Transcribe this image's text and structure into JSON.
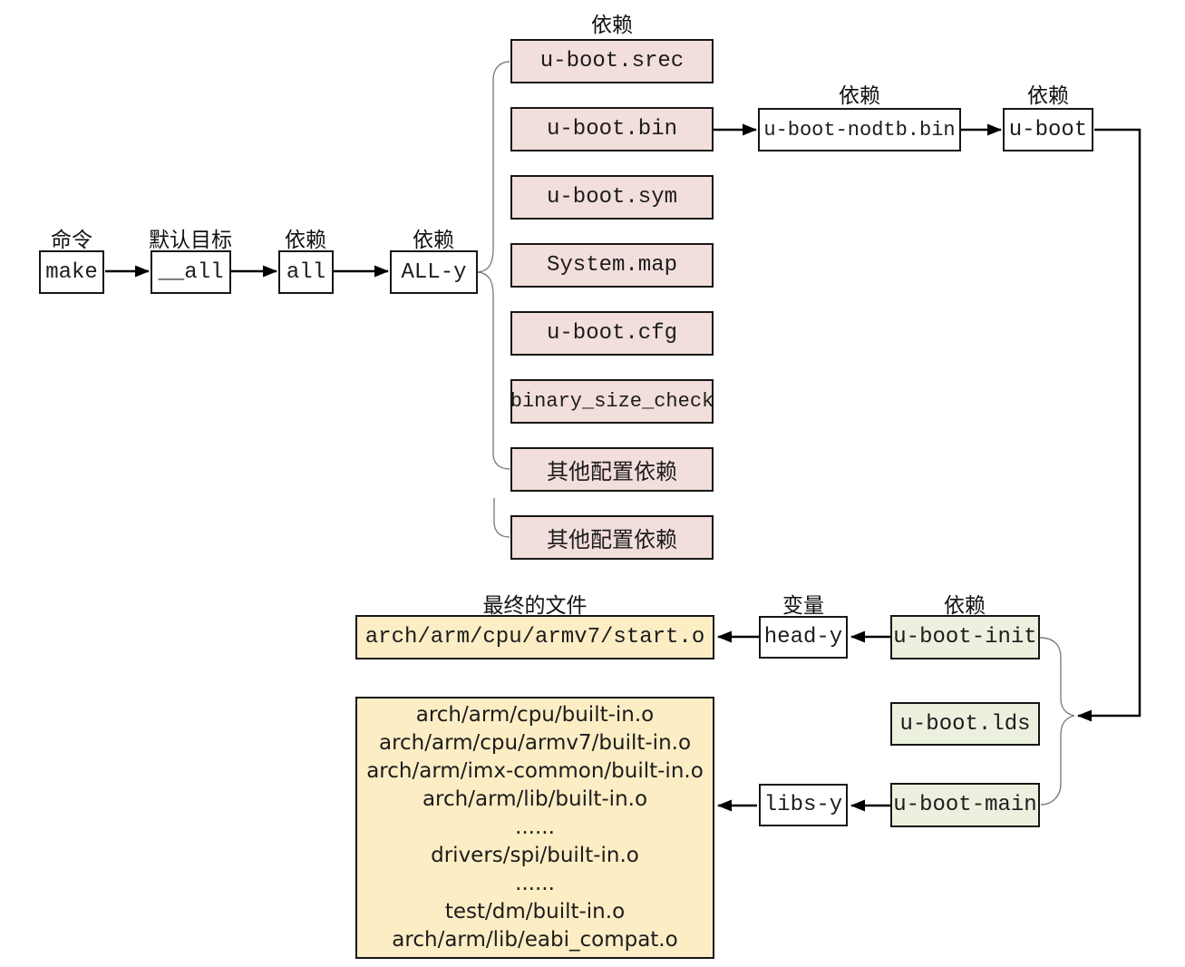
{
  "annotations": {
    "command": "命令",
    "default_target": "默认目标",
    "dep_all": "依赖",
    "dep_ally": "依赖",
    "dep_column": "依赖",
    "dep_nodtb": "依赖",
    "dep_uboot": "依赖",
    "final_file": "最终的文件",
    "variable": "变量",
    "dep_init": "依赖"
  },
  "nodes": {
    "make": "make",
    "all_private": "__all",
    "all": "all",
    "all_y": "ALL-y",
    "deps": [
      "u-boot.srec",
      "u-boot.bin",
      "u-boot.sym",
      "System.map",
      "u-boot.cfg",
      "binary_size_check",
      "其他配置依赖",
      "其他配置依赖"
    ],
    "nodtb": "u-boot-nodtb.bin",
    "uboot": "u-boot",
    "start_o": "arch/arm/cpu/armv7/start.o",
    "head_y": "head-y",
    "uboot_init": "u-boot-init",
    "uboot_lds": "u-boot.lds",
    "uboot_main": "u-boot-main",
    "libs_y": "libs-y",
    "objects": [
      "arch/arm/cpu/built-in.o",
      "arch/arm/cpu/armv7/built-in.o",
      "arch/arm/imx-common/built-in.o",
      "arch/arm/lib/built-in.o",
      "......",
      "drivers/spi/built-in.o",
      "......",
      "test/dm/built-in.o",
      "arch/arm/lib/eabi_compat.o"
    ]
  },
  "colors": {
    "box_border": "#161616",
    "text": "#1c1c1c",
    "pink": "#f2dedb",
    "green": "#ebf1de",
    "yellow": "#fcedc5",
    "arrow": "#000000",
    "brace": "#7f7f7f",
    "background": "#ffffff"
  }
}
